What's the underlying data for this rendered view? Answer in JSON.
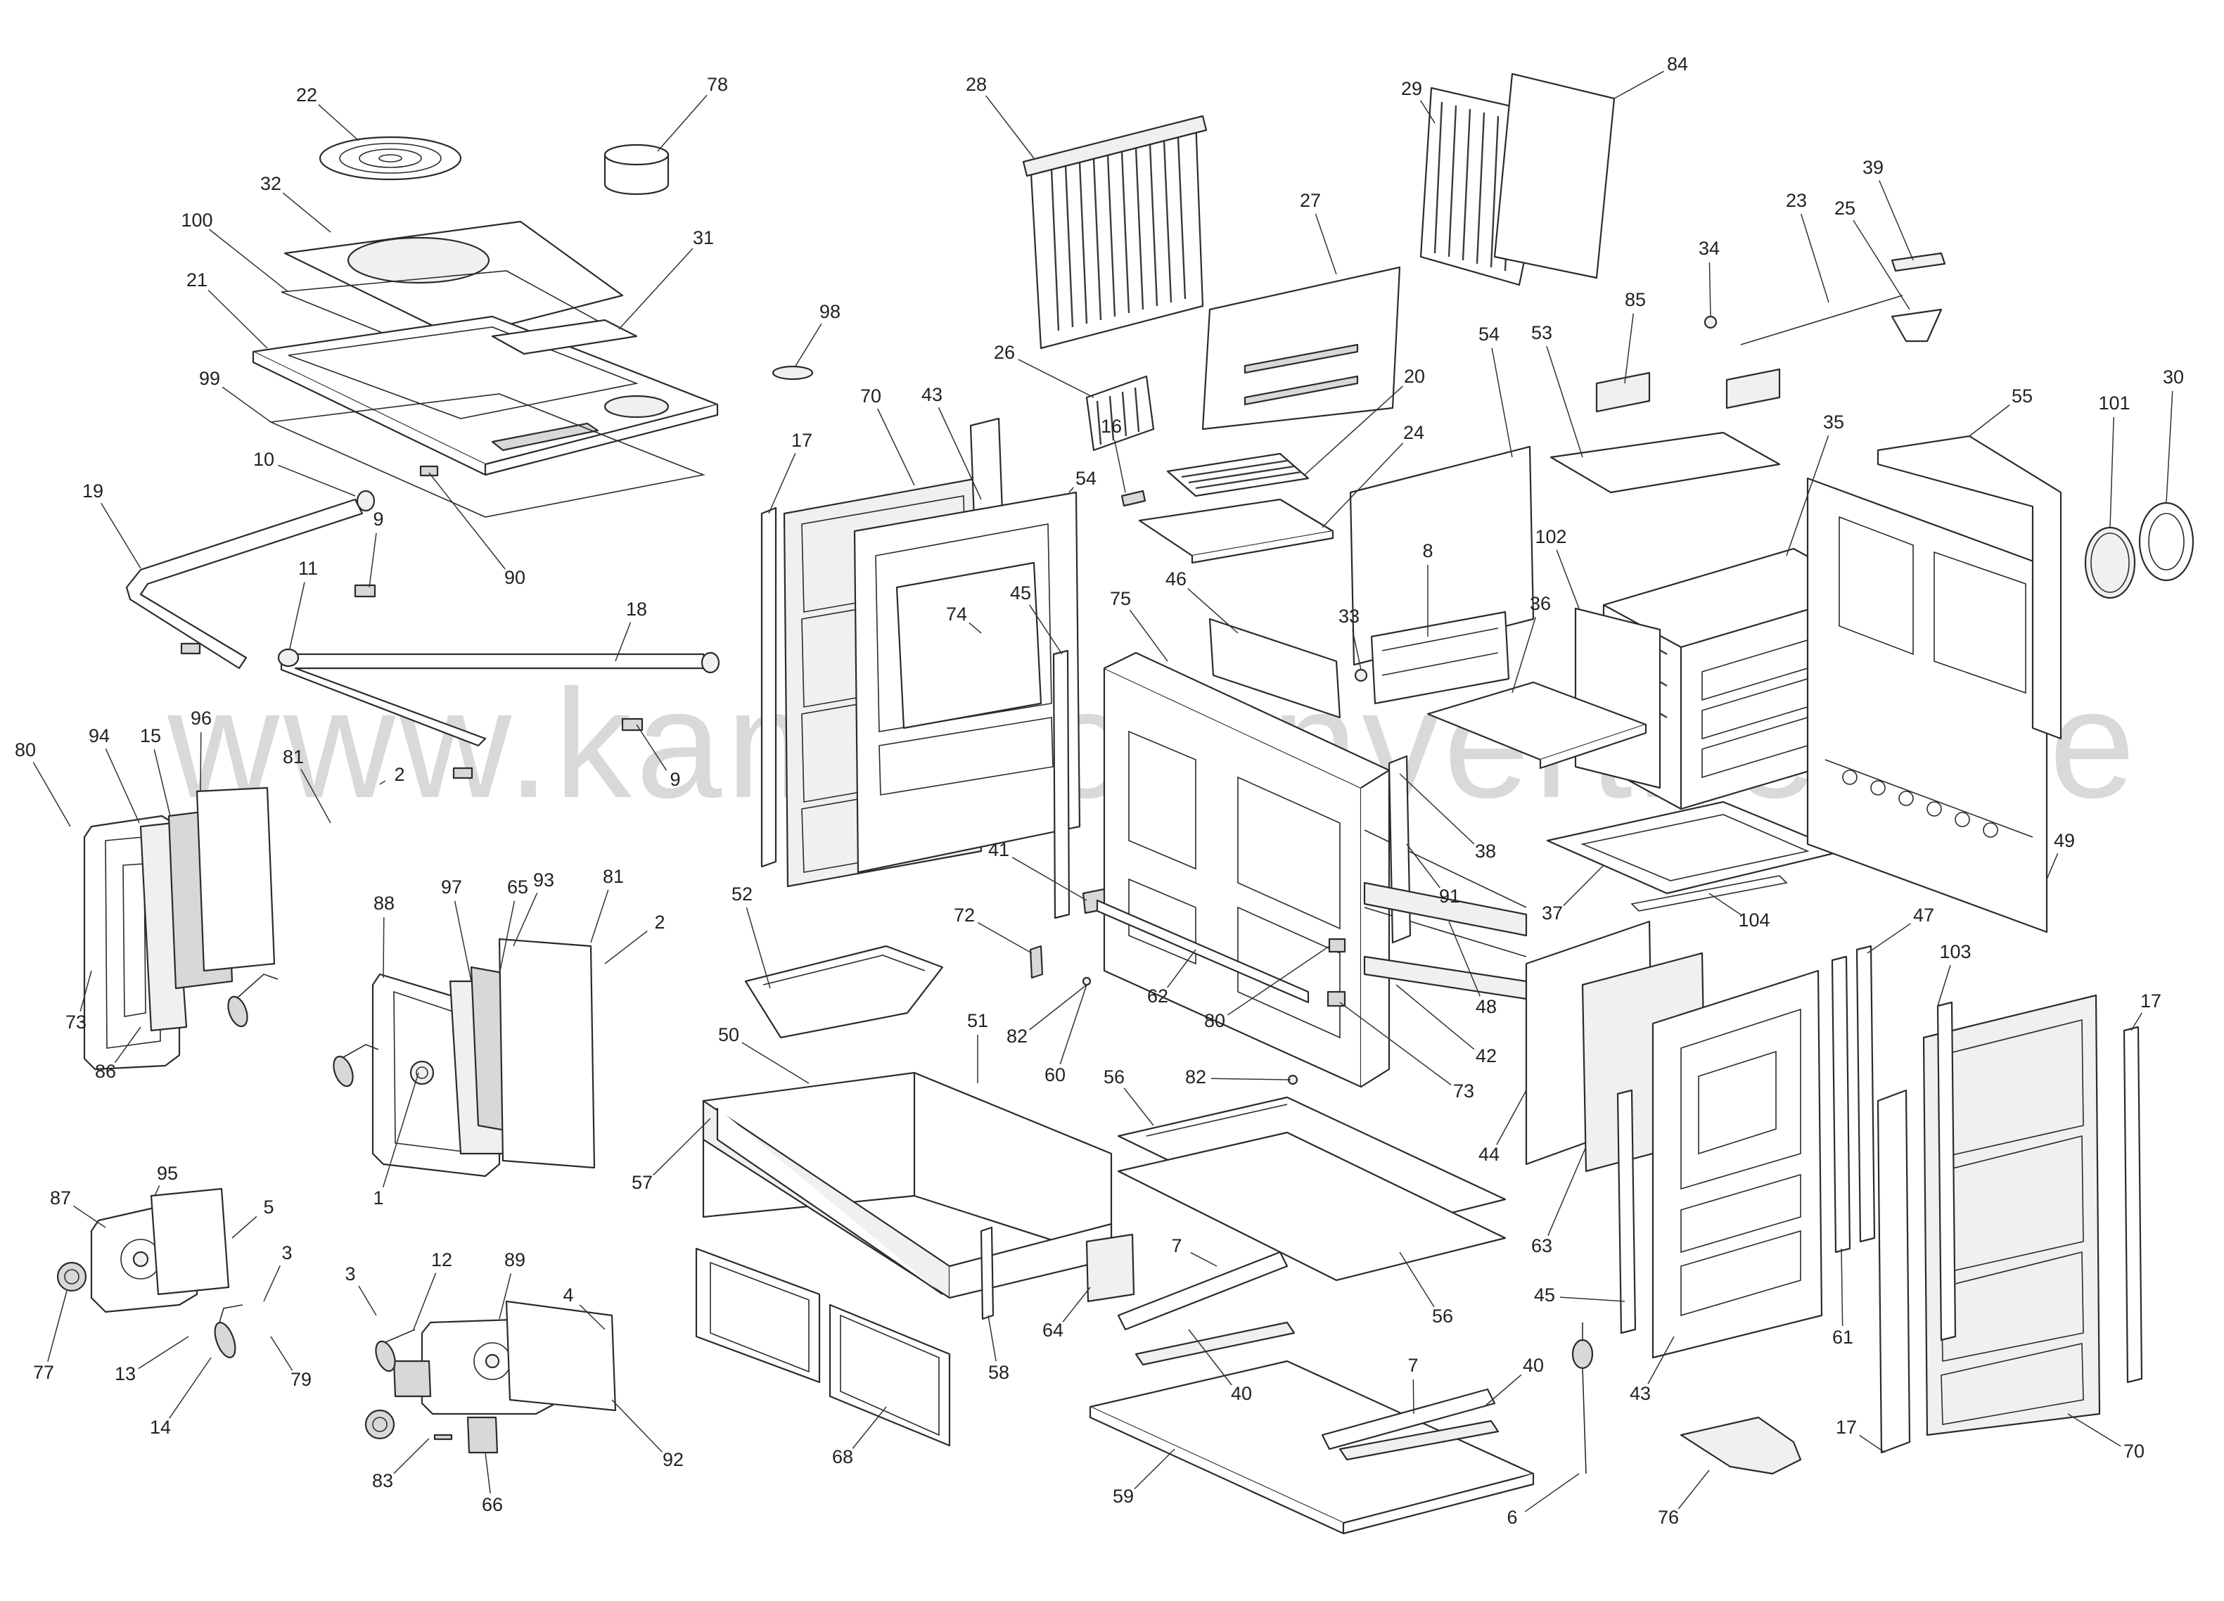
{
  "watermark": "www.kamin-ofenvertrieb.de",
  "callouts": [
    "1",
    "2",
    "3",
    "4",
    "5",
    "6",
    "7",
    "8",
    "9",
    "10",
    "11",
    "12",
    "13",
    "14",
    "15",
    "16",
    "17",
    "18",
    "19",
    "20",
    "21",
    "22",
    "23",
    "24",
    "25",
    "26",
    "27",
    "28",
    "29",
    "30",
    "31",
    "32",
    "33",
    "34",
    "35",
    "36",
    "37",
    "38",
    "39",
    "40",
    "41",
    "42",
    "43",
    "44",
    "45",
    "46",
    "47",
    "48",
    "49",
    "50",
    "51",
    "52",
    "53",
    "54",
    "55",
    "56",
    "57",
    "58",
    "59",
    "60",
    "61",
    "62",
    "63",
    "64",
    "65",
    "66",
    "68",
    "70",
    "72",
    "73",
    "74",
    "75",
    "76",
    "77",
    "78",
    "79",
    "80",
    "81",
    "82",
    "83",
    "84",
    "85",
    "86",
    "87",
    "88",
    "89",
    "90",
    "91",
    "92",
    "93",
    "94",
    "95",
    "96",
    "97",
    "98",
    "99",
    "100",
    "101",
    "102",
    "103",
    "104"
  ]
}
